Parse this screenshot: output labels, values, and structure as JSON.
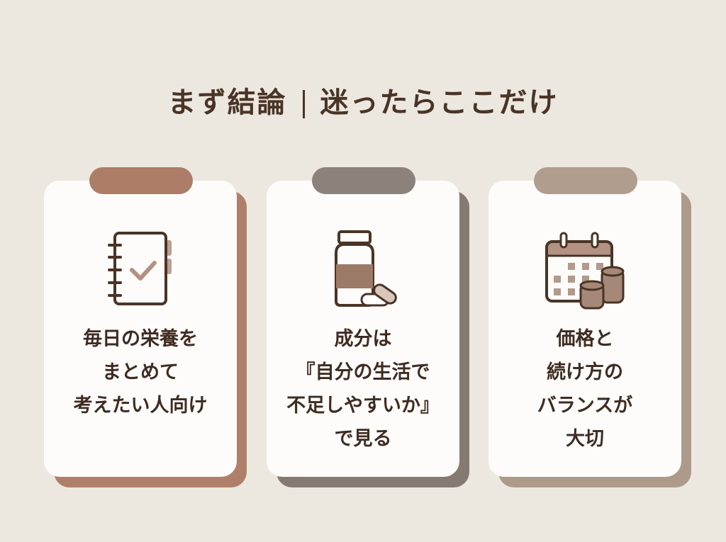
{
  "title": {
    "left": "まず結論",
    "right": "迷ったらここだけ"
  },
  "colors": {
    "background": "#ece8e0",
    "text": "#4a3426"
  },
  "cards": [
    {
      "icon": "notebook-check-icon",
      "lines": [
        "毎日の栄養を",
        "まとめて",
        "考えたい人向け"
      ],
      "accent": "#ad7d68"
    },
    {
      "icon": "supplement-bottle-icon",
      "lines": [
        "成分は",
        "『自分の生活で",
        "不足しやすいか』",
        "で見る"
      ],
      "accent": "#8c827b"
    },
    {
      "icon": "calendar-coins-icon",
      "lines": [
        "価格と",
        "続け方の",
        "バランスが",
        "大切"
      ],
      "accent": "#b19d8d"
    }
  ]
}
